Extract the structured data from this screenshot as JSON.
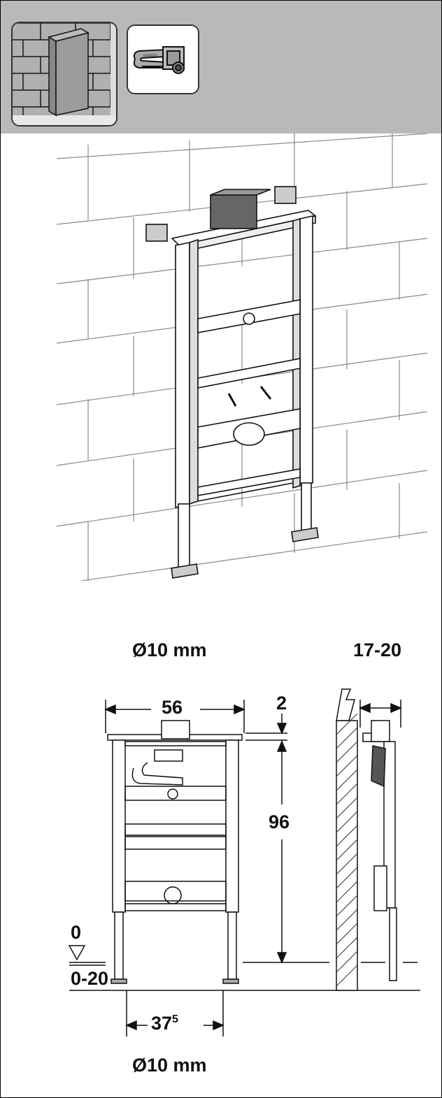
{
  "header": {
    "bg_color": "#b9b9b9",
    "icons": [
      "wall-block-icon",
      "wall-anchor-bracket-icon"
    ]
  },
  "dimensions": {
    "anchor_top": "Ø10 mm",
    "width_top": "56",
    "gap_top": "2",
    "height": "96",
    "depth": "17-20",
    "floor_zero": "0",
    "floor_range": "0-20",
    "foot_spacing_base": "37",
    "foot_spacing_sup": "5",
    "anchor_bottom": "Ø10 mm"
  }
}
